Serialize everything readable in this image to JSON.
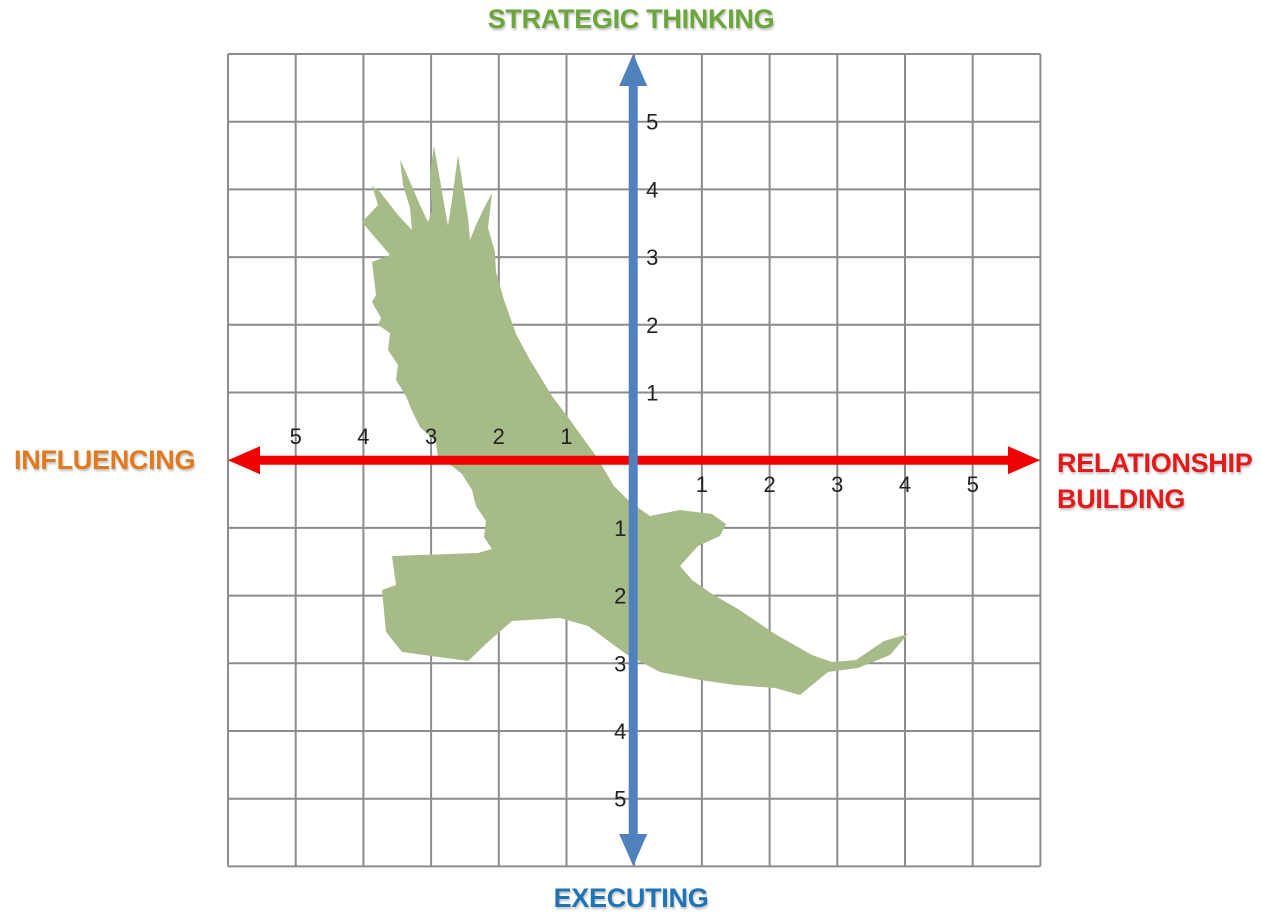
{
  "axes": {
    "top": "STRATEGIC THINKING",
    "bottom": "EXECUTING",
    "left": "INFLUENCING",
    "right_line1": "RELATIONSHIP",
    "right_line2": "BUILDING"
  },
  "colors": {
    "top_label": "#6aa63a",
    "bottom_label": "#1f73b7",
    "left_label": "#e07a1f",
    "right_label": "#e41a1a",
    "horizontal_axis": "#f00000",
    "vertical_axis": "#4f81bd",
    "grid": "#8c8c8c",
    "eagle": "#a7bb88"
  },
  "ticks": {
    "up": [
      "1",
      "2",
      "3",
      "4",
      "5"
    ],
    "down": [
      "1",
      "2",
      "3",
      "4",
      "5"
    ],
    "left": [
      "1",
      "2",
      "3",
      "4",
      "5"
    ],
    "right": [
      "1",
      "2",
      "3",
      "4",
      "5"
    ]
  },
  "illustration": "eagle-silhouette"
}
